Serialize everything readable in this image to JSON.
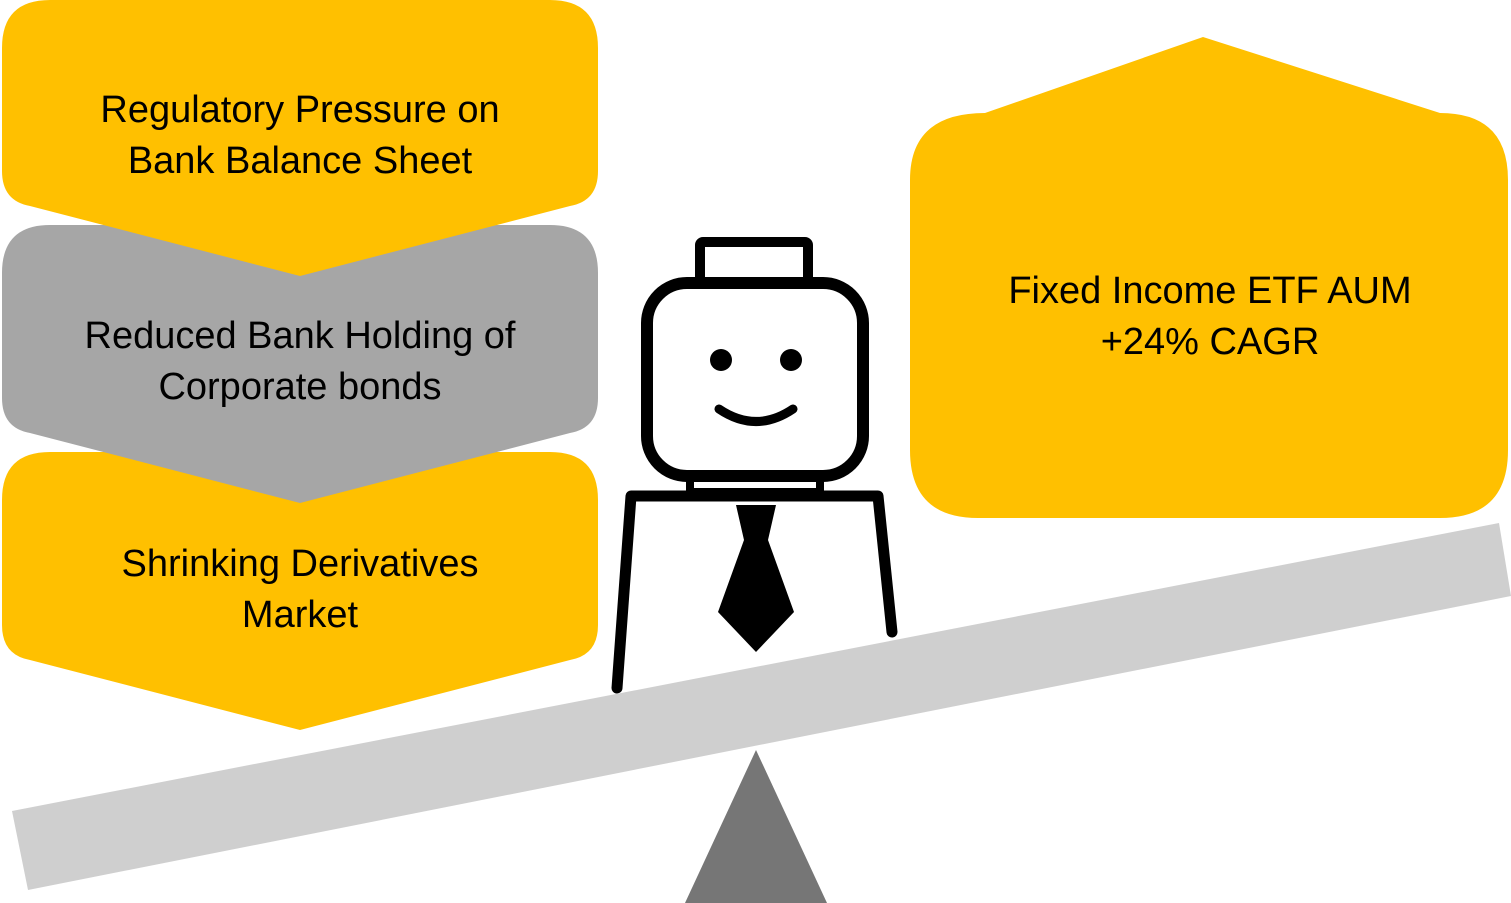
{
  "colors": {
    "accent": "#FFC000",
    "gray_box": "#A6A6A6",
    "beam": "#CFCFCF",
    "fulcrum": "#767676",
    "outline": "#000000"
  },
  "chain": [
    {
      "label": "Regulatory Pressure on\nBank Balance Sheet",
      "color": "accent"
    },
    {
      "label": "Reduced Bank Holding of\nCorporate bonds",
      "color": "gray_box"
    },
    {
      "label": "Shrinking Derivatives\nMarket",
      "color": "accent"
    }
  ],
  "right_box": {
    "label": "Fixed Income ETF AUM\n+24% CAGR",
    "color": "accent"
  },
  "icons": {
    "figure": "businessman-icon",
    "beam": "seesaw-beam",
    "fulcrum": "fulcrum-triangle"
  }
}
